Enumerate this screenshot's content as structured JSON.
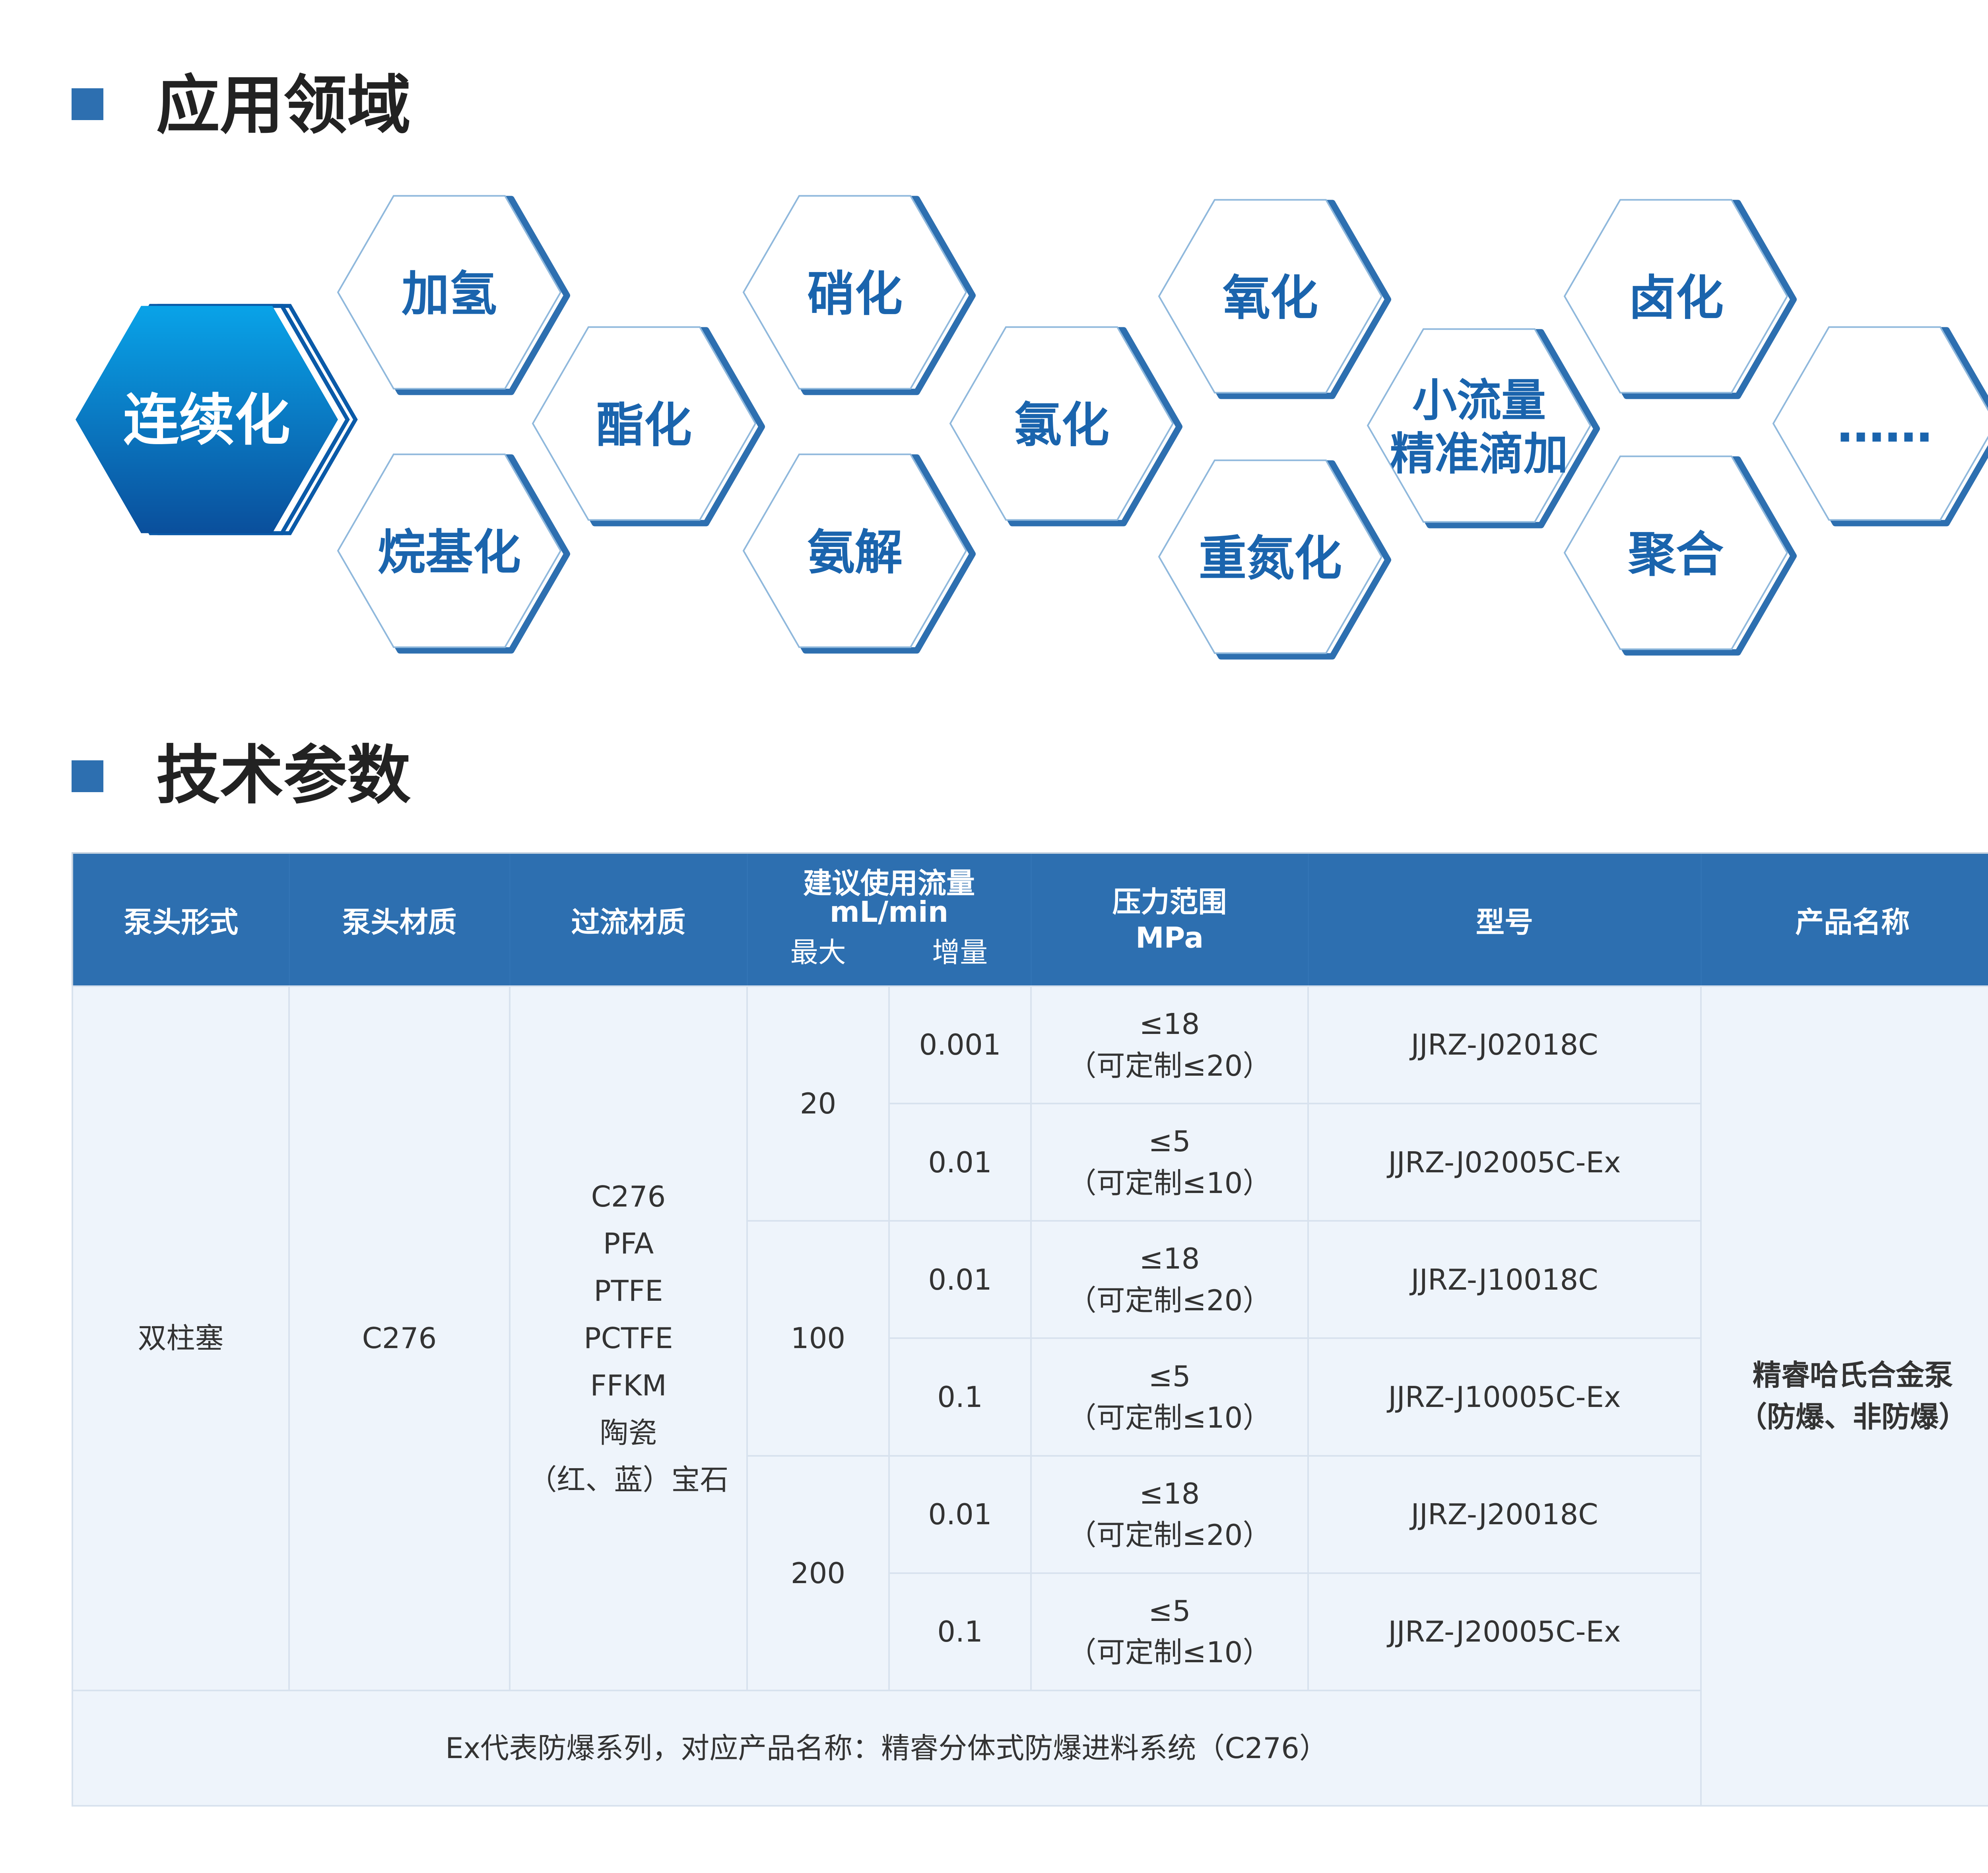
{
  "sections": {
    "applications_title": "应用领域",
    "params_title": "技术参数"
  },
  "hexes": {
    "main": "连续化",
    "items": [
      "加氢",
      "烷基化",
      "酯化",
      "硝化",
      "氨解",
      "氯化",
      "氧化",
      "重氮化",
      "小流量\n精准滴加",
      "卤化",
      "聚合",
      "……"
    ]
  },
  "colors": {
    "accent": "#2d6fb0",
    "hex_gradient_top": "#09a3e8",
    "hex_gradient_bottom": "#0a4f9c",
    "hex_text": "#1a64ad",
    "table_body_bg": "#eef4fb"
  },
  "table": {
    "headers": {
      "pump_head_type": "泵头形式",
      "pump_head_material": "泵头材质",
      "wetted_material": "过流材质",
      "flow_title": "建议使用流量\nmL/min",
      "flow_max": "最大",
      "flow_increment": "增量",
      "pressure": "压力范围\nMPa",
      "model": "型号",
      "product_name": "产品名称"
    },
    "pump_head_type": "双柱塞",
    "pump_head_material": "C276",
    "wetted_material": "C276\nPFA\nPTFE\nPCTFE\nFFKM\n陶瓷\n（红、蓝）宝石",
    "groups": [
      {
        "max": "20",
        "rows": [
          {
            "increment": "0.001",
            "pressure": "≤18\n（可定制≤20）",
            "model": "JJRZ-J02018C"
          },
          {
            "increment": "0.01",
            "pressure": "≤5\n（可定制≤10）",
            "model": "JJRZ-J02005C-Ex"
          }
        ]
      },
      {
        "max": "100",
        "rows": [
          {
            "increment": "0.01",
            "pressure": "≤18\n（可定制≤20）",
            "model": "JJRZ-J10018C"
          },
          {
            "increment": "0.1",
            "pressure": "≤5\n（可定制≤10）",
            "model": "JJRZ-J10005C-Ex"
          }
        ]
      },
      {
        "max": "200",
        "rows": [
          {
            "increment": "0.01",
            "pressure": "≤18\n（可定制≤20）",
            "model": "JJRZ-J20018C"
          },
          {
            "increment": "0.1",
            "pressure": "≤5\n（可定制≤10）",
            "model": "JJRZ-J20005C-Ex"
          }
        ]
      }
    ],
    "product_name": "精睿哈氏合金泵\n（防爆、非防爆）",
    "note": "Ex代表防爆系列，对应产品名称：精睿分体式防爆进料系统（C276）"
  }
}
